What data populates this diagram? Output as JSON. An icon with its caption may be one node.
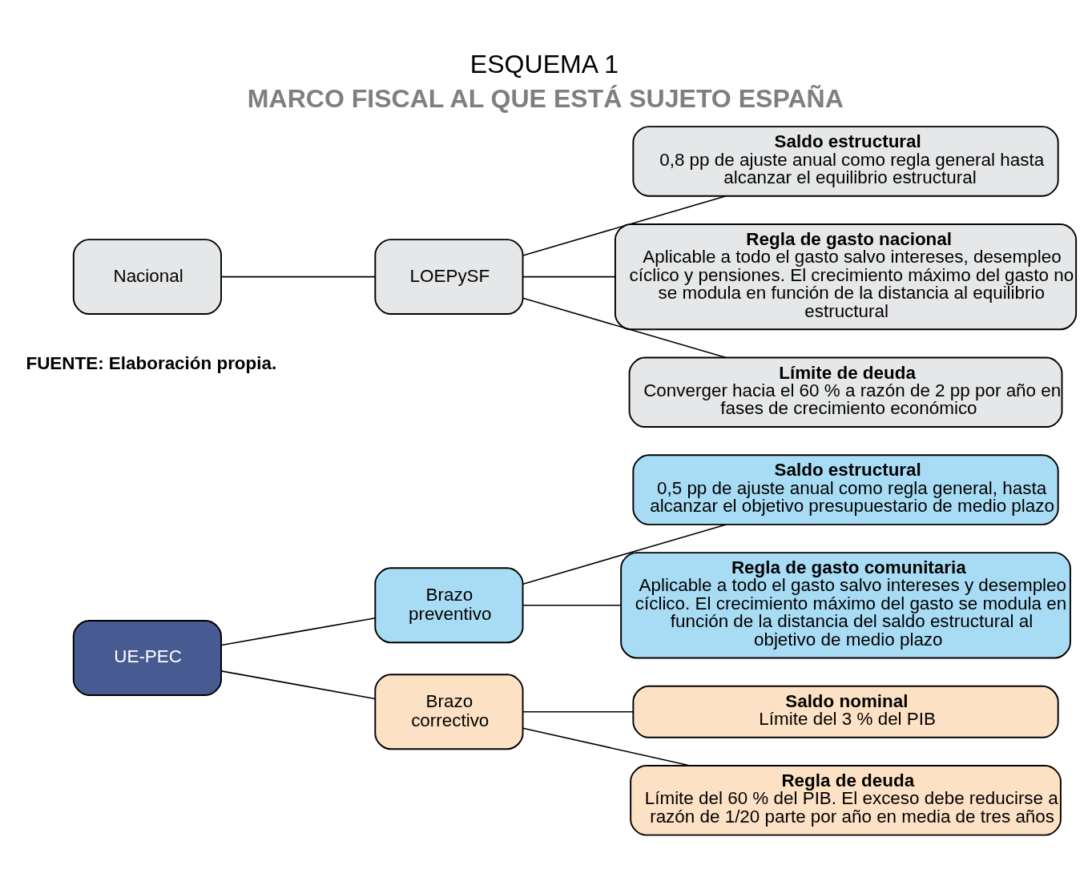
{
  "diagram": {
    "title": "MARCO FISCAL AL QUE ESTÁ SUJETO ESPAÑA",
    "caption": "FUENTE: Elaboración propia.",
    "labels": [
      "ESQUEMA 1"
    ],
    "nodes": [
      {
        "text": [
          "UE-PEC"
        ]
      },
      {
        "text": [
          "Brazo preventivo"
        ]
      },
      {
        "text": [
          "Saldo estructural",
          "0,5 pp de ajuste anual como regla general, hasta alcanzar el objetivo presupuestario de medio plazo"
        ]
      },
      {
        "text": [
          "Regla de gasto comunitaria",
          "Aplicable a todo el gasto salvo intereses y desempleo cíclico. El crecimiento máximo del gasto se modula en función de la distancia del saldo estructural al objetivo de medio plazo"
        ]
      },
      {
        "text": [
          "Brazo correctivo"
        ]
      },
      {
        "text": [
          "Saldo nominal",
          "Límite del 3 % del PIB"
        ]
      },
      {
        "text": [
          "Regla de deuda",
          "Límite del 60 % del PIB. El exceso debe reducirse a razón de 1/20 parte por año en media de tres años"
        ]
      },
      {
        "text": [
          "Nacional"
        ]
      },
      {
        "text": [
          "LOEPySF"
        ]
      },
      {
        "text": [
          "Saldo estructural",
          "0,8 pp de ajuste anual como regla general hasta alcanzar el equilibrio estructural"
        ]
      },
      {
        "text": [
          "Regla de gasto nacional",
          "Aplicable a todo el gasto salvo intereses, desempleo cíclico y pensiones. El crecimiento máximo del gasto no se modula en función de la distancia al equilibrio estructural"
        ]
      },
      {
        "text": [
          "Límite de deuda",
          "Converger hacia el 60 % a razón de 2 pp por año en fases de crecimiento económico"
        ]
      }
    ],
    "edges": [
      {
        "from": 0,
        "to": 1,
        "arrow": "none"
      },
      {
        "from": 0,
        "to": 4,
        "arrow": "none"
      },
      {
        "from": 1,
        "to": 2,
        "arrow": "none"
      },
      {
        "from": 1,
        "to": 3,
        "arrow": "none"
      },
      {
        "from": 4,
        "to": 5,
        "arrow": "none"
      },
      {
        "from": 4,
        "to": 6,
        "arrow": "none"
      },
      {
        "from": 7,
        "to": 8,
        "arrow": "none"
      },
      {
        "from": 8,
        "to": 9,
        "arrow": "none"
      },
      {
        "from": 8,
        "to": 10,
        "arrow": "none"
      },
      {
        "from": 8,
        "to": 11,
        "arrow": "none"
      }
    ]
  }
}
